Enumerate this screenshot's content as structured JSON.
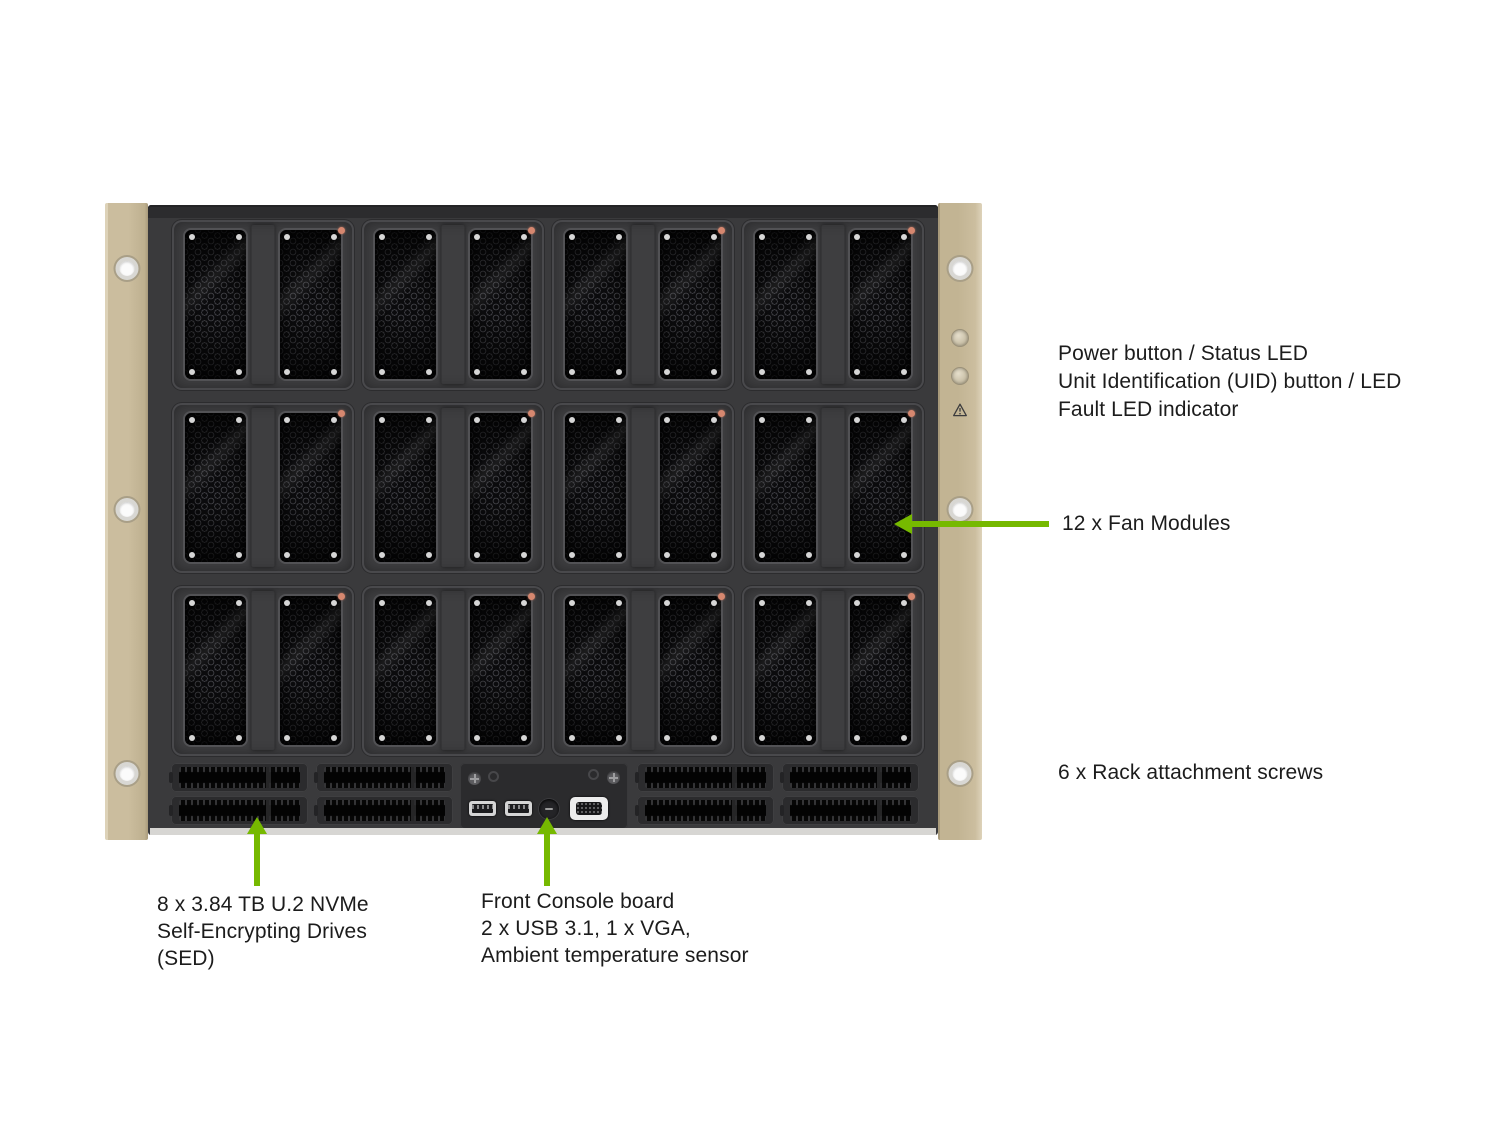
{
  "colors": {
    "accent_green": "#76b900",
    "rack_ear_tan": "#c6b897",
    "chassis_body": "#3a3a3c",
    "fan_led_red": "#d6876f",
    "text": "#1c1c1c"
  },
  "annotations": {
    "power": {
      "lines": [
        "Power button / Status LED",
        "Unit Identification (UID) button / LED",
        "Fault LED indicator"
      ]
    },
    "fan": "12 x Fan Modules",
    "rack": "6 x Rack attachment screws",
    "drives": {
      "lines": [
        "8 x 3.84 TB U.2 NVMe",
        "Self-Encrypting Drives",
        "(SED)"
      ]
    },
    "console": {
      "lines": [
        "Front Console board",
        "2 x USB 3.1, 1 x VGA,",
        "Ambient temperature sensor"
      ]
    }
  },
  "hardware": {
    "fan_module_count": 12,
    "fan_grid_columns": 4,
    "fan_grid_rows": 3,
    "drive_count": 8,
    "drive_groups": 2,
    "rack_screw_count": 6,
    "usb_port_count": 2,
    "vga_port_count": 1
  }
}
